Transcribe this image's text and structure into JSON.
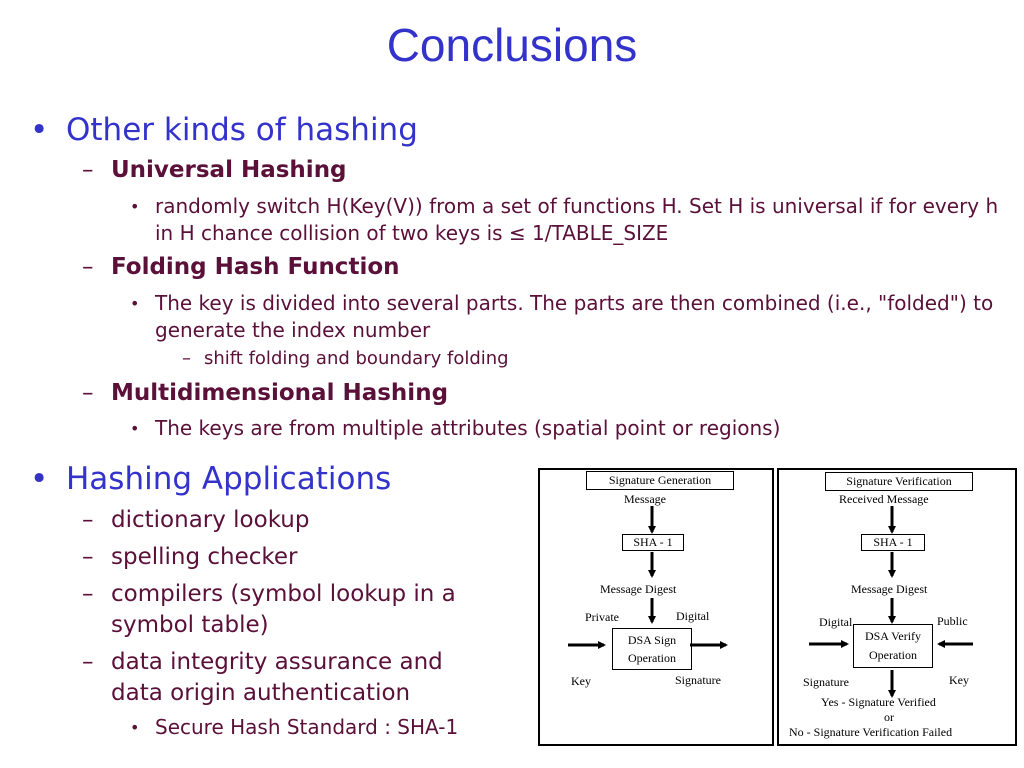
{
  "title": "Conclusions",
  "sections": [
    {
      "bullet": "•",
      "text": "Other kinds of hashing",
      "items": [
        {
          "dash": "–",
          "text": "Universal Hashing",
          "sub": "randomly switch H(Key(V)) from a set of functions H. Set H is universal if for every h in H chance collision of two keys is ≤ 1/TABLE_SIZE"
        },
        {
          "dash": "–",
          "text": "Folding Hash Function",
          "sub": "The key is divided into several parts. The parts are then combined (i.e., \"folded\") to generate the index number",
          "subsub": "shift folding and boundary folding"
        },
        {
          "dash": "–",
          "text": "Multidimensional Hashing",
          "sub": "The keys are from multiple attributes (spatial point or regions)"
        }
      ]
    },
    {
      "bullet": "•",
      "text": "Hashing Applications",
      "items": [
        {
          "dash": "–",
          "text": "dictionary lookup"
        },
        {
          "dash": "–",
          "text": "spelling checker"
        },
        {
          "dash": "–",
          "text_lines": [
            "compilers (symbol lookup in a",
            "symbol table)"
          ]
        },
        {
          "dash": "–",
          "text_lines": [
            "data integrity assurance and",
            "data origin authentication"
          ],
          "sub": "Secure Hash Standard : SHA-1"
        }
      ]
    }
  ],
  "markers": {
    "sub_bullet": "•",
    "subsub_dash": "–"
  },
  "diagram_gen": {
    "title": "Signature Generation",
    "message": "Message",
    "sha": "SHA - 1",
    "digest": "Message Digest",
    "private": "Private",
    "digital": "Digital",
    "box_line1": "DSA Sign",
    "box_line2": "Operation",
    "key": "Key",
    "signature": "Signature"
  },
  "diagram_ver": {
    "title": "Signature Verification",
    "message": "Received Message",
    "sha": "SHA - 1",
    "digest": "Message Digest",
    "digital": "Digital",
    "public": "Public",
    "box_line1": "DSA Verify",
    "box_line2": "Operation",
    "signature": "Signature",
    "key": "Key",
    "result_yes": "Yes - Signature Verified",
    "result_or": "or",
    "result_no": "No - Signature Verification Failed"
  },
  "colors": {
    "title": "#3333cc",
    "body": "#5a1038"
  }
}
